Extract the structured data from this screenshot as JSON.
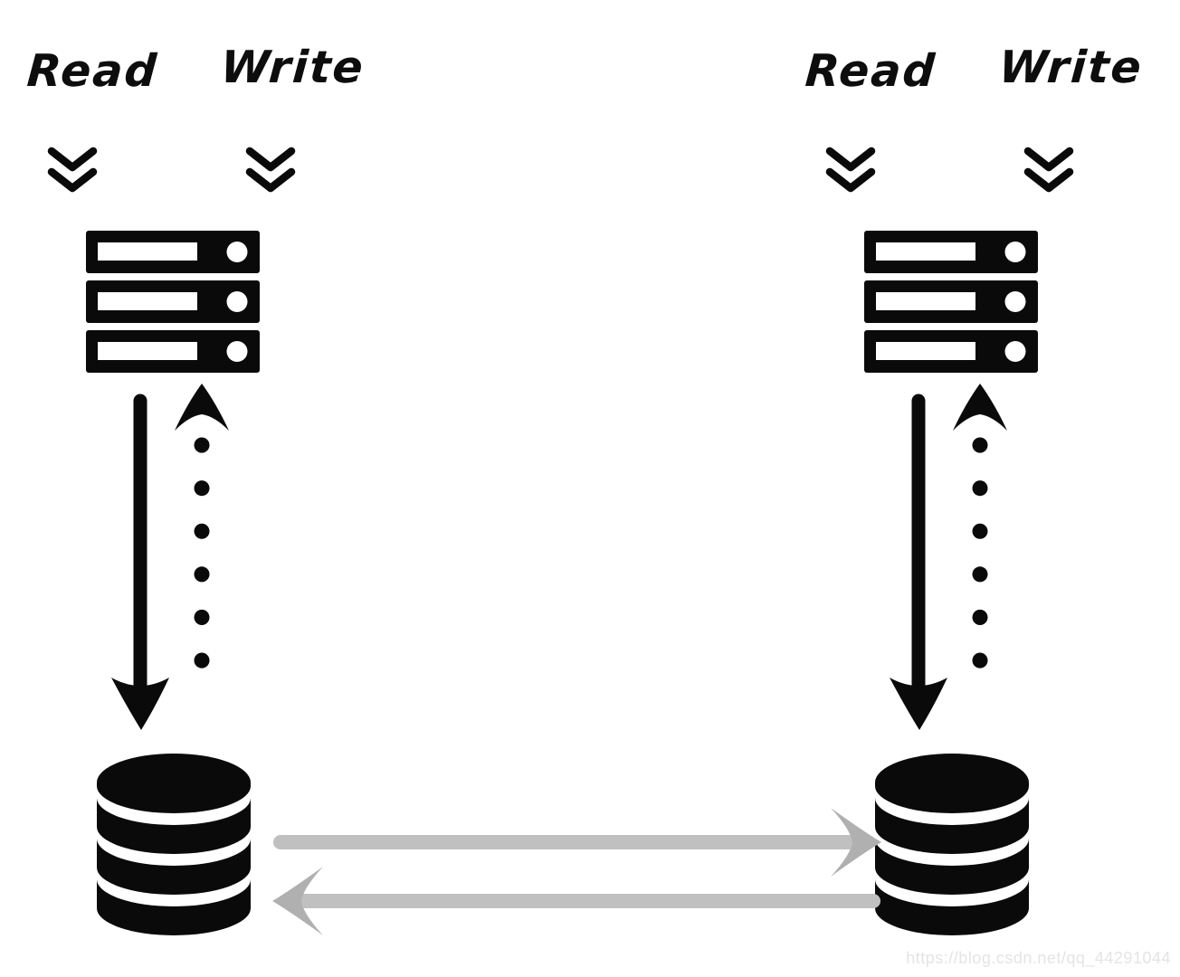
{
  "page": {
    "background": "#ffffff"
  },
  "colors": {
    "ink": "#0a0a0a",
    "replication_line_gray": "#c0c0c0",
    "replication_head_gray": "#b0b0b0",
    "watermark_gray": "#e4e4e7"
  },
  "clusters": [
    {
      "id": "left",
      "read_label": "Read",
      "write_label": "Write",
      "icons": {
        "read_arrow": "double-chevron-down-icon",
        "write_arrow": "double-chevron-down-icon",
        "server": "server-rack-icon",
        "database": "database-cylinder-icon"
      },
      "flows": [
        {
          "name": "server-to-database",
          "style": "solid",
          "direction": "down"
        },
        {
          "name": "database-to-server",
          "style": "dotted",
          "direction": "up"
        }
      ]
    },
    {
      "id": "right",
      "read_label": "Read",
      "write_label": "Write",
      "icons": {
        "read_arrow": "double-chevron-down-icon",
        "write_arrow": "double-chevron-down-icon",
        "server": "server-rack-icon",
        "database": "database-cylinder-icon"
      },
      "flows": [
        {
          "name": "server-to-database",
          "style": "solid",
          "direction": "down"
        },
        {
          "name": "database-to-server",
          "style": "dotted",
          "direction": "up"
        }
      ]
    }
  ],
  "replication": {
    "arrows": [
      {
        "name": "left-db-to-right-db",
        "direction": "right",
        "style": "gray-solid"
      },
      {
        "name": "right-db-to-left-db",
        "direction": "left",
        "style": "gray-solid"
      }
    ]
  },
  "watermark": {
    "text": "https://blog.csdn.net/qq_44291044"
  }
}
